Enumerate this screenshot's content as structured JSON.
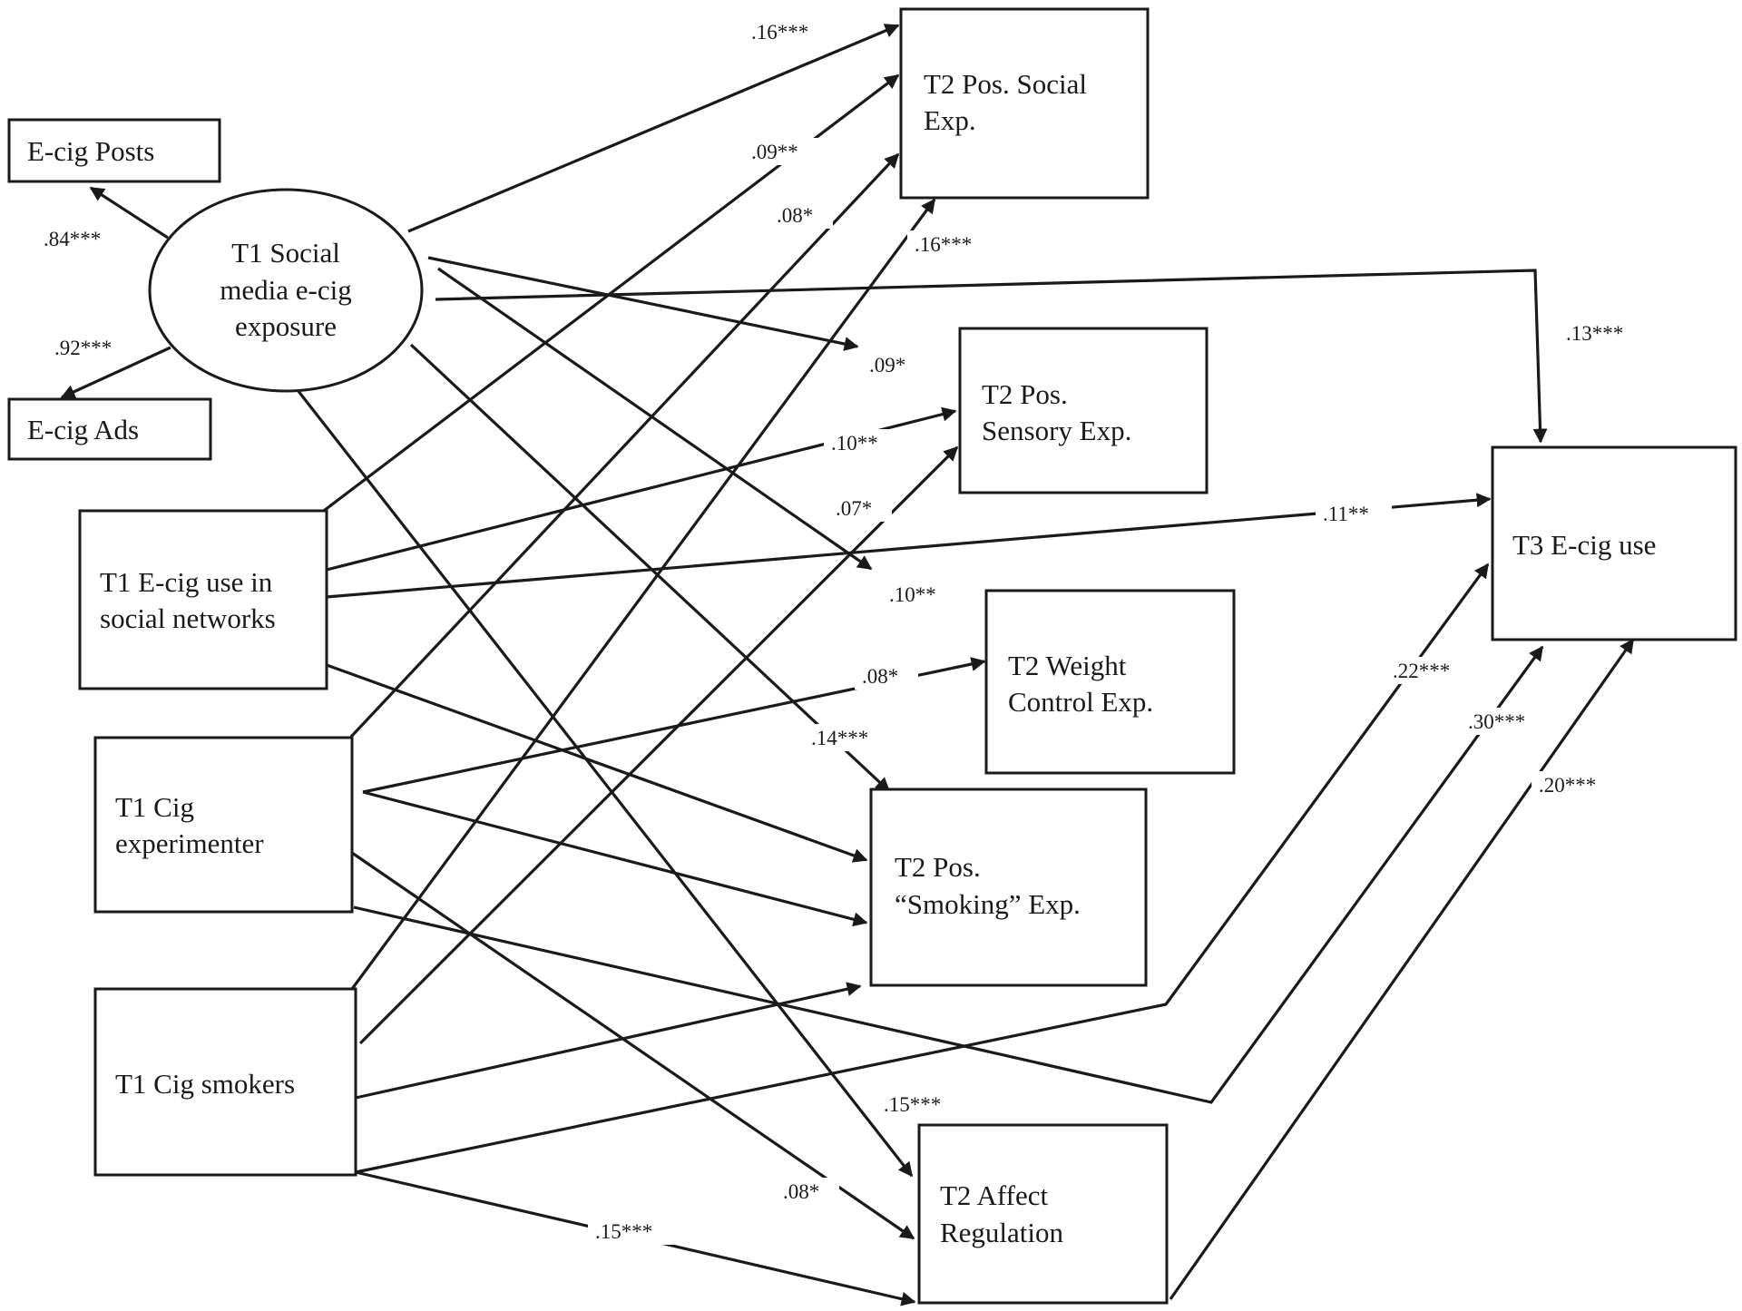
{
  "nodes": {
    "ecig_posts": {
      "lines": [
        "E-cig Posts"
      ]
    },
    "ecig_ads": {
      "lines": [
        "E-cig Ads"
      ]
    },
    "social_media": {
      "lines": [
        "T1 Social",
        "media e-cig",
        "exposure"
      ]
    },
    "ecig_networks": {
      "lines": [
        "T1 E-cig use in",
        "social networks"
      ]
    },
    "cig_experimenter": {
      "lines": [
        "T1 Cig",
        "experimenter"
      ]
    },
    "cig_smokers": {
      "lines": [
        "T1 Cig smokers"
      ]
    },
    "pos_social": {
      "lines": [
        "T2 Pos. Social",
        "Exp."
      ]
    },
    "pos_sensory": {
      "lines": [
        "T2 Pos.",
        "Sensory Exp."
      ]
    },
    "weight_control": {
      "lines": [
        "T2 Weight",
        "Control Exp."
      ]
    },
    "pos_smoking": {
      "lines": [
        "T2 Pos.",
        "“Smoking” Exp."
      ]
    },
    "affect_regulation": {
      "lines": [
        "T2 Affect",
        "Regulation"
      ]
    },
    "ecig_use": {
      "lines": [
        "T3 E-cig use"
      ]
    }
  },
  "coefficients": [
    ".84***",
    ".92***",
    ".16***",
    ".09**",
    ".08*",
    ".16***",
    ".09*",
    ".10**",
    ".07*",
    ".10**",
    ".08*",
    ".14***",
    ".15***",
    ".08*",
    ".15***",
    ".13***",
    ".11**",
    ".22***",
    ".30***",
    ".20***"
  ],
  "colors": {
    "ink": "#1a1a1a",
    "background": "#ffffff"
  }
}
